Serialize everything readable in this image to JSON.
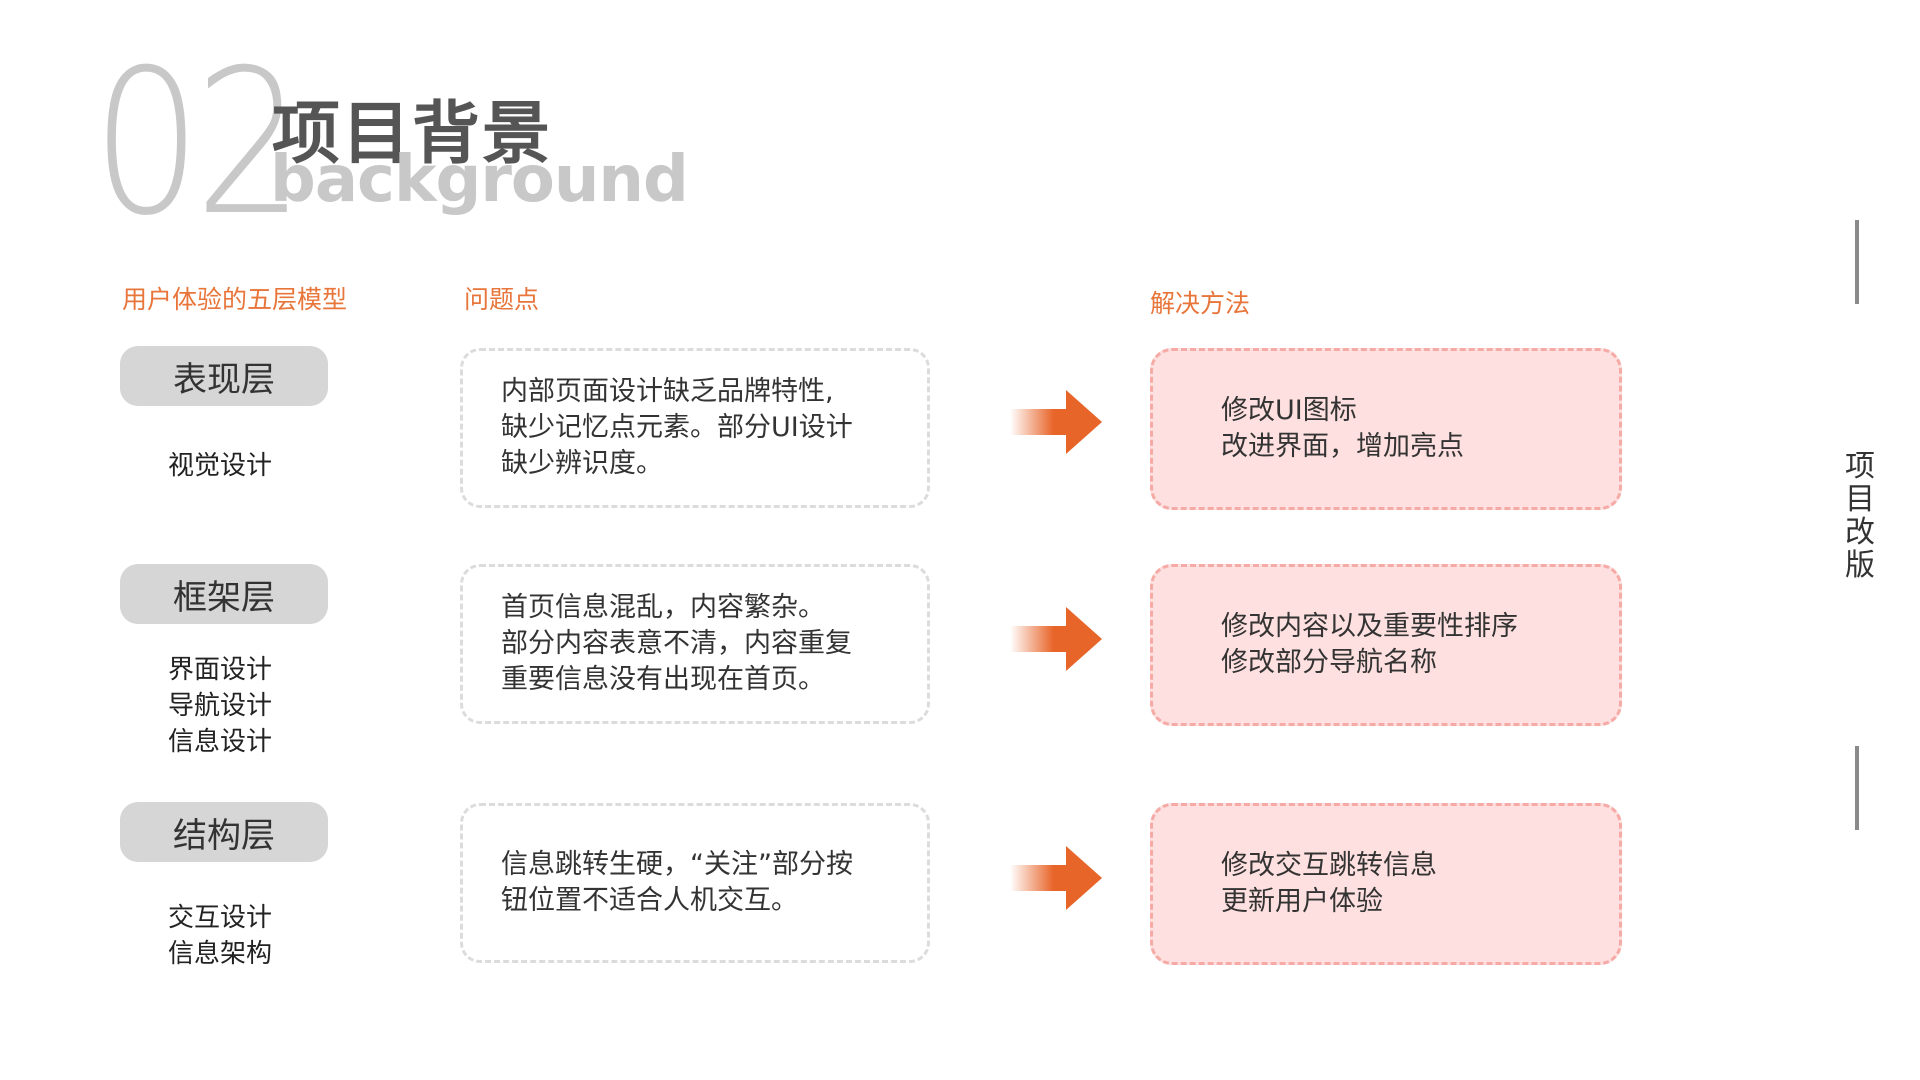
{
  "header": {
    "number": "02",
    "title_cn": "项目背景",
    "title_en": "background"
  },
  "columns": {
    "model": "用户体验的五层模型",
    "problems": "问题点",
    "solutions": "解决方法"
  },
  "rows": [
    {
      "layer": "表现层",
      "subs": [
        "视觉设计"
      ],
      "problem_lines": [
        "内部页面设计缺乏品牌特性,",
        "缺少记忆点元素。部分UI设计",
        "缺少辨识度。"
      ],
      "solution_lines": [
        "修改UI图标",
        "改进界面，增加亮点"
      ]
    },
    {
      "layer": "框架层",
      "subs": [
        "界面设计",
        "导航设计",
        "信息设计"
      ],
      "problem_lines": [
        "首页信息混乱，内容繁杂。",
        "部分内容表意不清，内容重复",
        "重要信息没有出现在首页。"
      ],
      "solution_lines": [
        "修改内容以及重要性排序",
        "修改部分导航名称"
      ]
    },
    {
      "layer": "结构层",
      "subs": [
        "交互设计",
        "信息架构"
      ],
      "problem_lines": [
        "信息跳转生硬，“关注”部分按",
        "钮位置不适合人机交互。"
      ],
      "solution_lines": [
        "修改交互跳转信息",
        "更新用户体验"
      ]
    }
  ],
  "side_label": "项目改版",
  "colors": {
    "accent": "#e8753a",
    "arrow": "#e8652a",
    "pill": "#d6d6d6",
    "solution_fill": "#fde0df",
    "solution_border": "#f6aaa6",
    "problem_border": "#dcdcdc"
  },
  "icons": {
    "arrow": "arrow-right-icon"
  }
}
